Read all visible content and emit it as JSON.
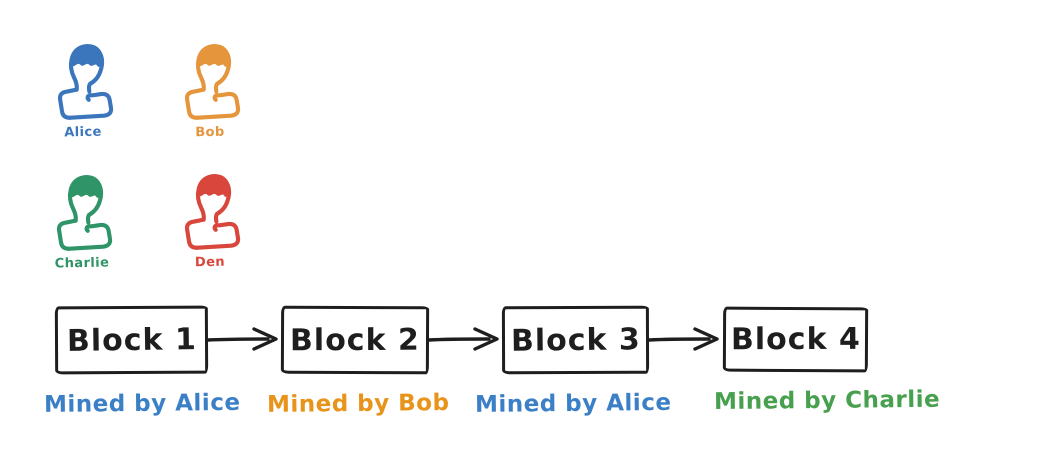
{
  "diagram": {
    "background": "#ffffff",
    "stroke_color": "#1e1e1e"
  },
  "icons": {
    "person": "person-bust-icon",
    "chain_link": "right-arrow-icon"
  },
  "miners": [
    {
      "name": "Alice",
      "color": "#3b76bd"
    },
    {
      "name": "Bob",
      "color": "#e5953c"
    },
    {
      "name": "Charlie",
      "color": "#2f9467"
    },
    {
      "name": "Den",
      "color": "#d8463c"
    }
  ],
  "blockchain": {
    "blocks": [
      {
        "label": "Block 1",
        "mined_by": "Mined by Alice",
        "label_color": "#3b7fc6"
      },
      {
        "label": "Block 2",
        "mined_by": "Mined by Bob",
        "label_color": "#e8931a"
      },
      {
        "label": "Block 3",
        "mined_by": "Mined by Alice",
        "label_color": "#3b7fc6"
      },
      {
        "label": "Block 4",
        "mined_by": "Mined by Charlie",
        "label_color": "#47a04d"
      }
    ]
  }
}
